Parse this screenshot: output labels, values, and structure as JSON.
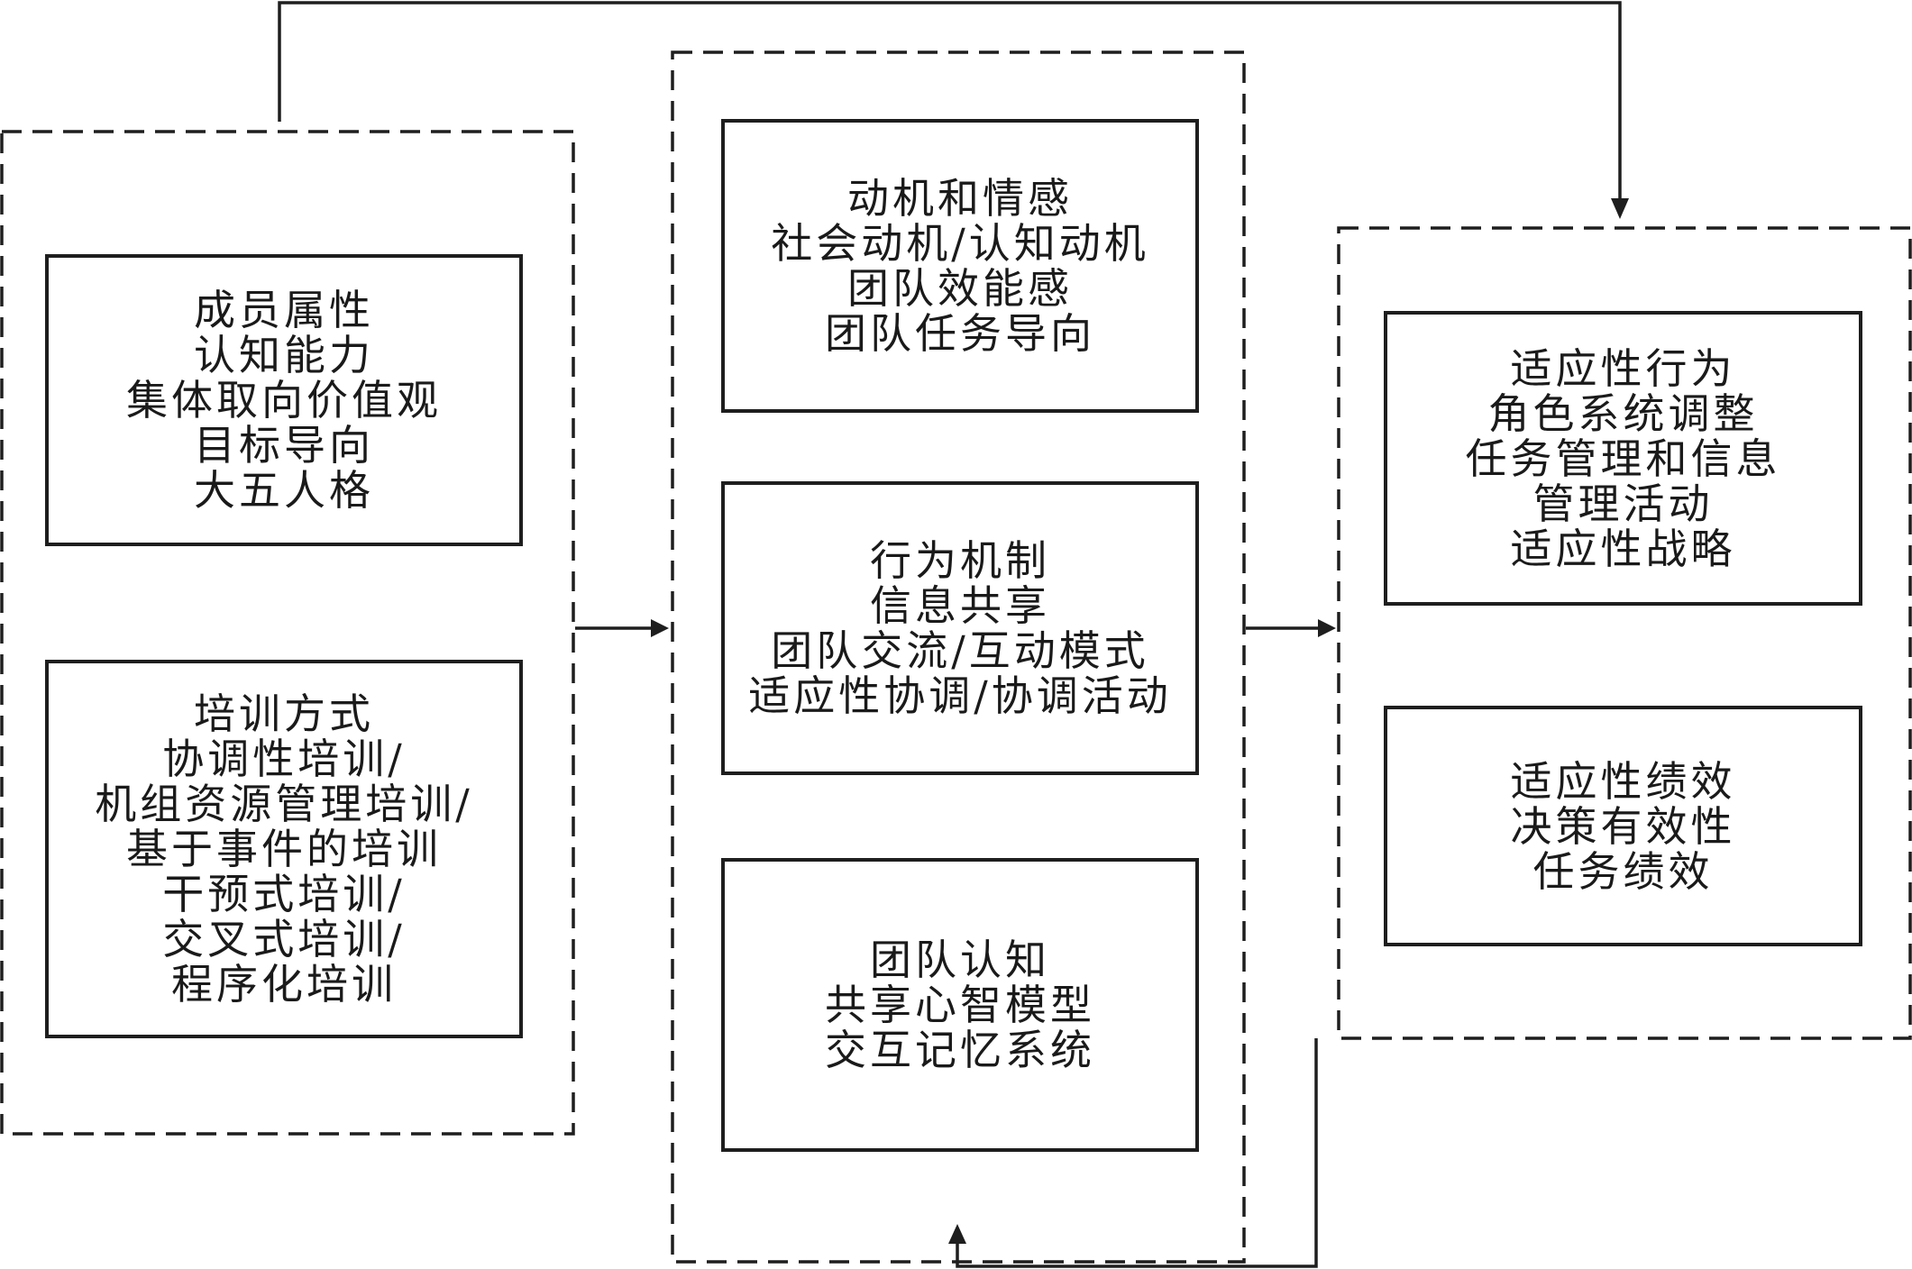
{
  "diagram": {
    "type": "flow-framework",
    "colors": {
      "stroke": "#1e1e1e",
      "background": "#ffffff",
      "text": "#1a1a1a"
    },
    "groups": [
      {
        "id": "input",
        "style": "dashed",
        "nodes": [
          {
            "id": "member-attributes",
            "lines": [
              "成员属性",
              "认知能力",
              "集体取向价值观",
              "目标导向",
              "大五人格"
            ]
          },
          {
            "id": "training-methods",
            "lines": [
              "培训方式",
              "协调性培训/",
              "机组资源管理培训/",
              "基于事件的培训",
              "干预式培训/",
              "交叉式培训/",
              "程序化培训"
            ]
          }
        ]
      },
      {
        "id": "process",
        "style": "dashed",
        "nodes": [
          {
            "id": "motivation-affect",
            "lines": [
              "动机和情感",
              "社会动机/认知动机",
              "团队效能感",
              "团队任务导向"
            ]
          },
          {
            "id": "behavioral-mechanism",
            "lines": [
              "行为机制",
              "信息共享",
              "团队交流/互动模式",
              "适应性协调/协调活动"
            ]
          },
          {
            "id": "team-cognition",
            "lines": [
              "团队认知",
              "共享心智模型",
              "交互记忆系统"
            ]
          }
        ]
      },
      {
        "id": "output",
        "style": "dashed",
        "nodes": [
          {
            "id": "adaptive-behavior",
            "lines": [
              "适应性行为",
              "角色系统调整",
              "任务管理和信息",
              "管理活动",
              "适应性战略"
            ]
          },
          {
            "id": "adaptive-performance",
            "lines": [
              "适应性绩效",
              "决策有效性",
              "任务绩效"
            ]
          }
        ]
      }
    ],
    "edges": [
      {
        "from": "input",
        "to": "process",
        "kind": "arrow"
      },
      {
        "from": "process",
        "to": "output",
        "kind": "arrow"
      },
      {
        "from": "input",
        "to": "output",
        "kind": "feedforward-top"
      },
      {
        "from": "output",
        "to": "process",
        "kind": "feedback-bottom"
      }
    ]
  }
}
